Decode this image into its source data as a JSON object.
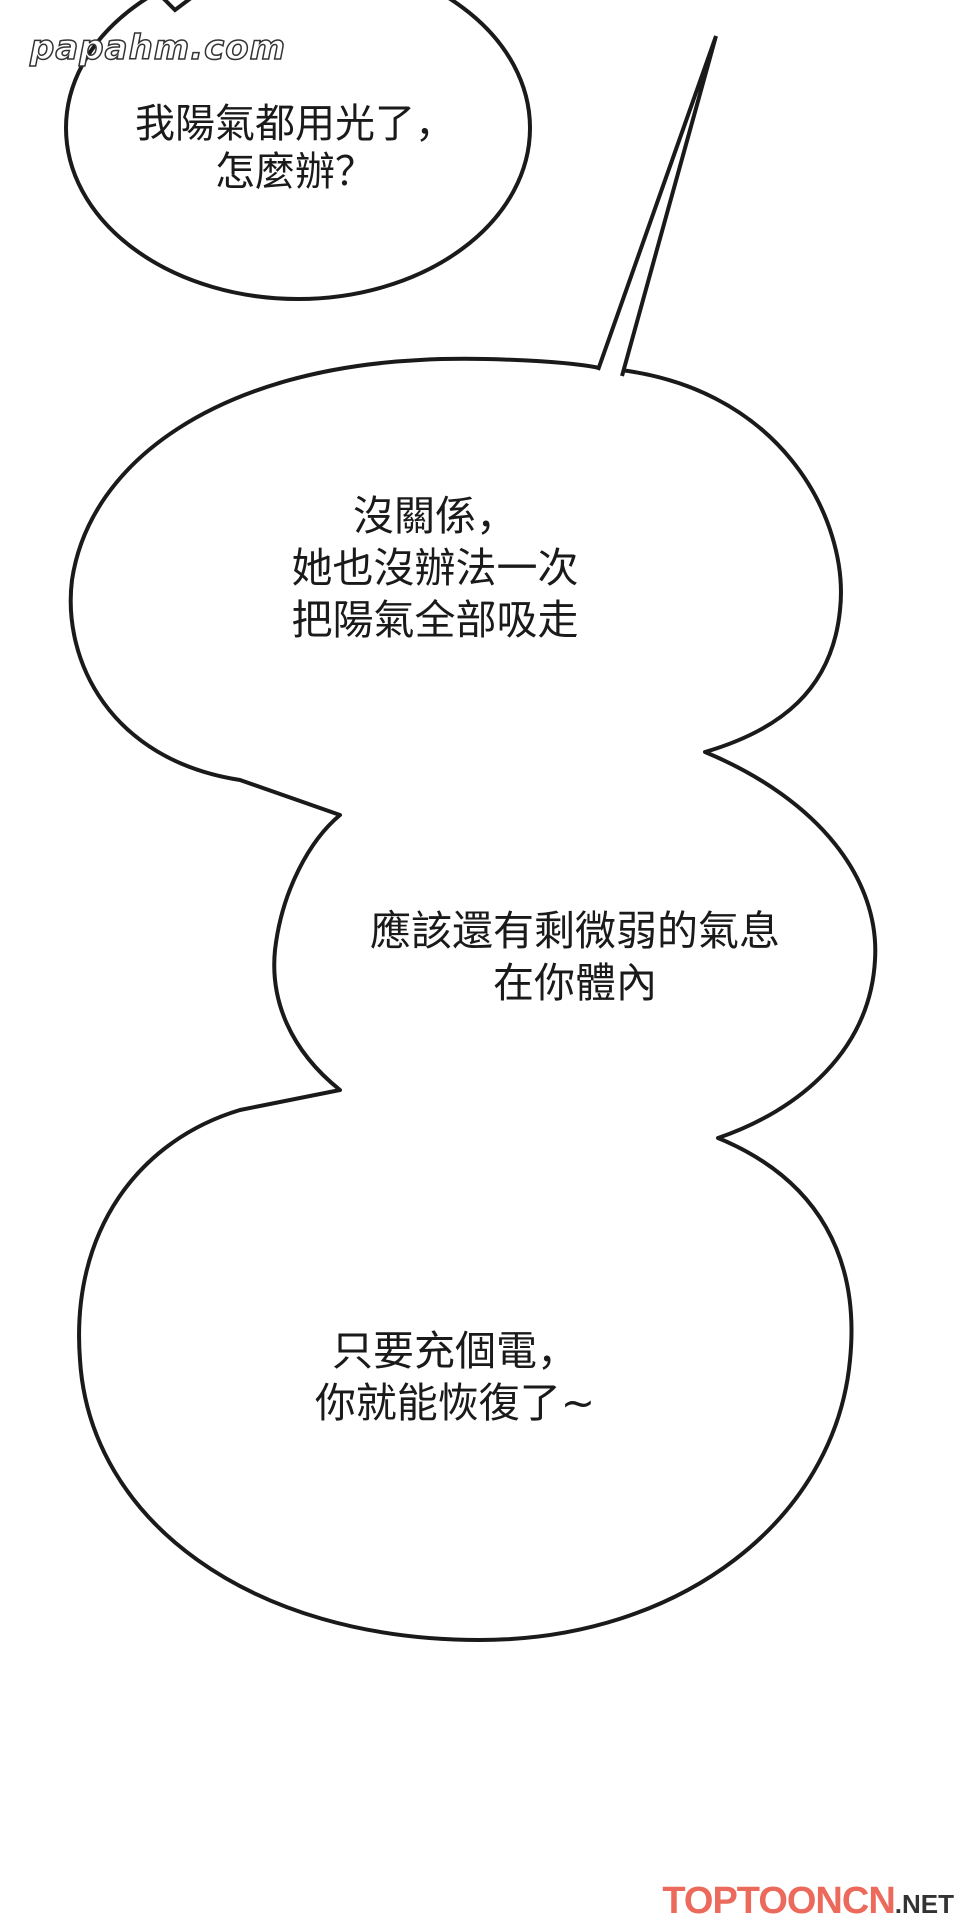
{
  "watermark": "papahm.com",
  "bubbles": [
    {
      "text": "我陽氣都用光了，\n怎麼辦？"
    },
    {
      "text": "沒關係，\n她也沒辦法一次\n把陽氣全部吸走"
    },
    {
      "text": "應該還有剩微弱的氣息\n在你體內"
    },
    {
      "text": "只要充個電，\n你就能恢復了~"
    }
  ],
  "footer": {
    "brand": "TOPTOONCN",
    "suffix": ".NET",
    "brand_color": "#ec6a5c"
  },
  "colors": {
    "background": "#ffffff",
    "outline": "#1a1a1a"
  }
}
